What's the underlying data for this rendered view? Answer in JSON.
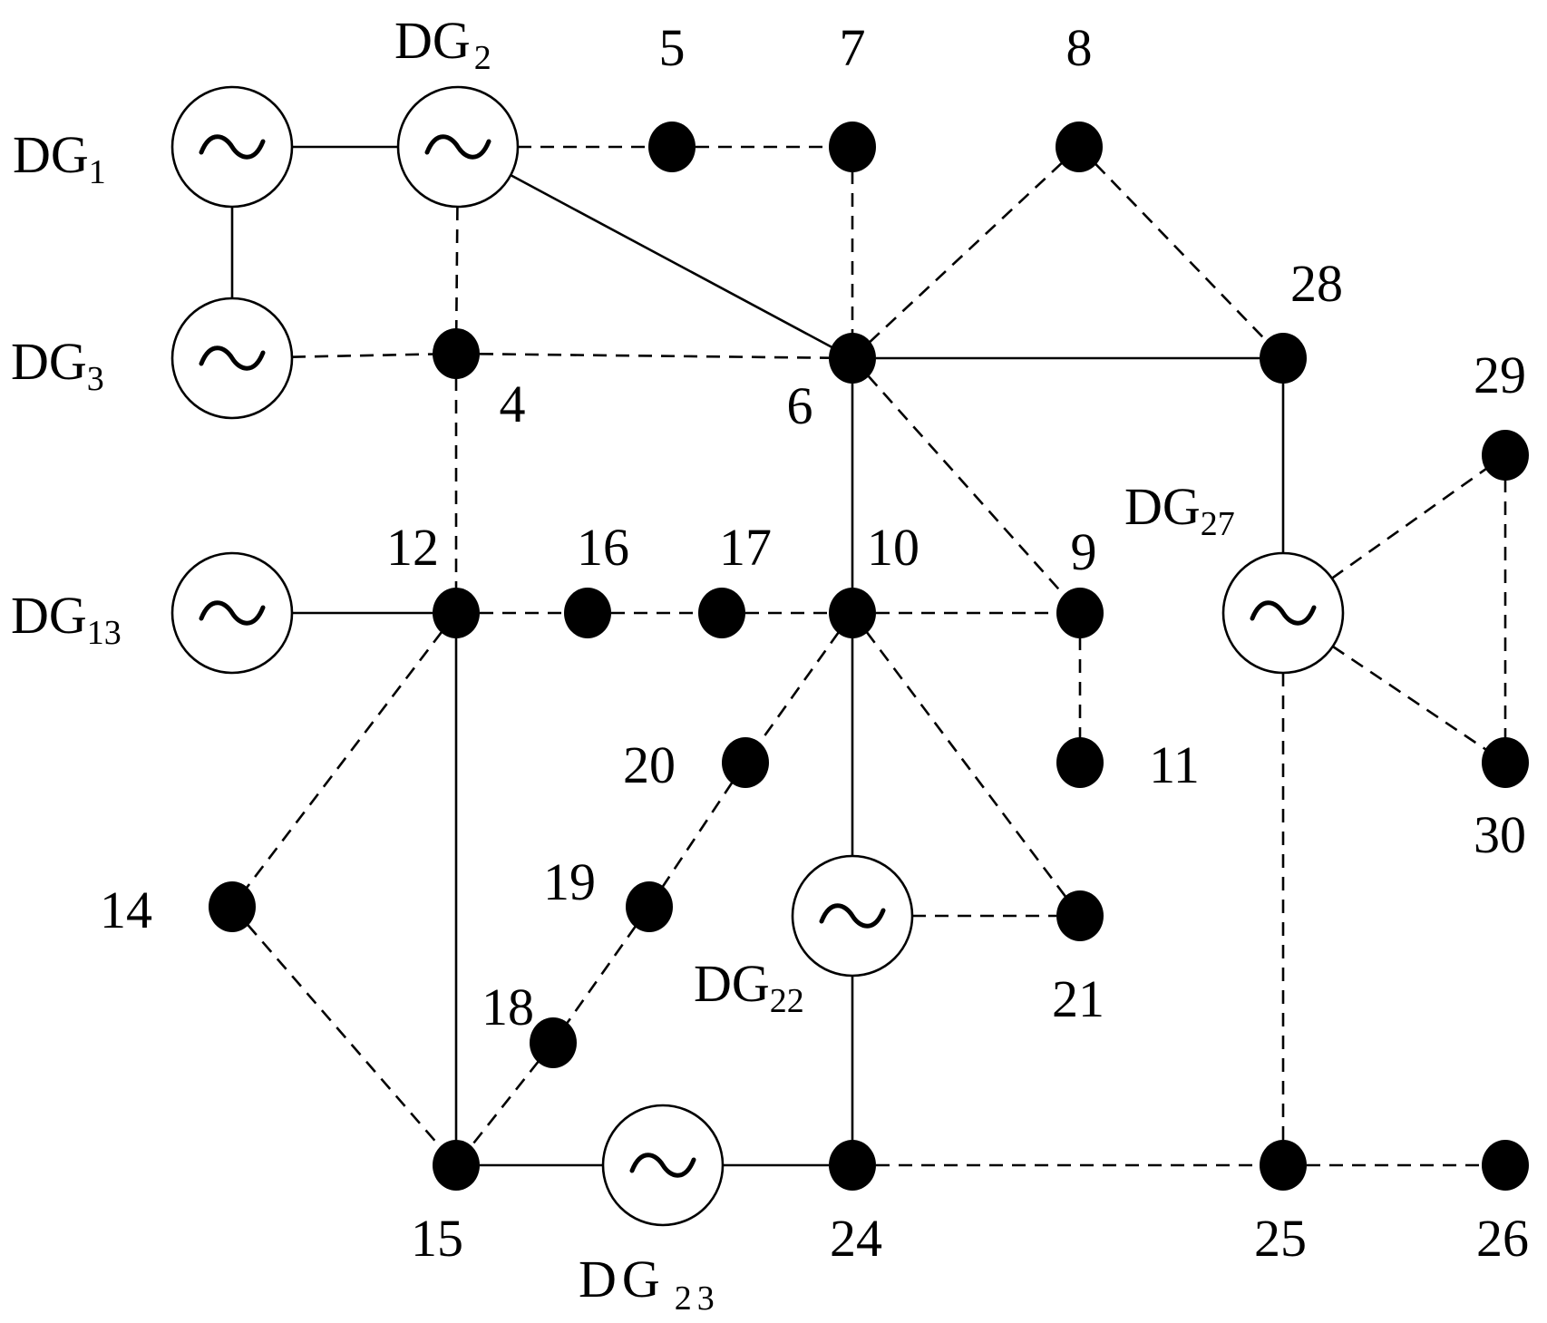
{
  "diagram": {
    "buses": [
      {
        "id": "4",
        "label": "4"
      },
      {
        "id": "5",
        "label": "5"
      },
      {
        "id": "6",
        "label": "6"
      },
      {
        "id": "7",
        "label": "7"
      },
      {
        "id": "8",
        "label": "8"
      },
      {
        "id": "9",
        "label": "9"
      },
      {
        "id": "10",
        "label": "10"
      },
      {
        "id": "11",
        "label": "11"
      },
      {
        "id": "12",
        "label": "12"
      },
      {
        "id": "14",
        "label": "14"
      },
      {
        "id": "15",
        "label": "15"
      },
      {
        "id": "16",
        "label": "16"
      },
      {
        "id": "17",
        "label": "17"
      },
      {
        "id": "18",
        "label": "18"
      },
      {
        "id": "19",
        "label": "19"
      },
      {
        "id": "20",
        "label": "20"
      },
      {
        "id": "21",
        "label": "21"
      },
      {
        "id": "24",
        "label": "24"
      },
      {
        "id": "25",
        "label": "25"
      },
      {
        "id": "26",
        "label": "26"
      },
      {
        "id": "28",
        "label": "28"
      },
      {
        "id": "29",
        "label": "29"
      },
      {
        "id": "30",
        "label": "30"
      }
    ],
    "generators": [
      {
        "id": "DG1",
        "label": "DG",
        "sub": "1"
      },
      {
        "id": "DG2",
        "label": "DG",
        "sub": "2"
      },
      {
        "id": "DG3",
        "label": "DG",
        "sub": "3"
      },
      {
        "id": "DG13",
        "label": "DG",
        "sub": "13"
      },
      {
        "id": "DG22",
        "label": "DG",
        "sub": "22"
      },
      {
        "id": "DG23",
        "label": "DG",
        "sub": "23"
      },
      {
        "id": "DG27",
        "label": "DG",
        "sub": "27"
      }
    ],
    "generator_symbol": "~",
    "edges": [
      {
        "from": "DG1",
        "to": "DG2",
        "style": "solid"
      },
      {
        "from": "DG1",
        "to": "DG3",
        "style": "solid"
      },
      {
        "from": "DG2",
        "to": "5",
        "style": "dashed"
      },
      {
        "from": "5",
        "to": "7",
        "style": "dashed"
      },
      {
        "from": "DG2",
        "to": "4",
        "style": "dashed"
      },
      {
        "from": "DG2",
        "to": "6",
        "style": "solid"
      },
      {
        "from": "7",
        "to": "6",
        "style": "dashed"
      },
      {
        "from": "8",
        "to": "6",
        "style": "dashed"
      },
      {
        "from": "8",
        "to": "28",
        "style": "dashed"
      },
      {
        "from": "DG3",
        "to": "4",
        "style": "dashed"
      },
      {
        "from": "4",
        "to": "6",
        "style": "dashed"
      },
      {
        "from": "6",
        "to": "28",
        "style": "solid"
      },
      {
        "from": "6",
        "to": "10",
        "style": "solid"
      },
      {
        "from": "6",
        "to": "9",
        "style": "dashed"
      },
      {
        "from": "4",
        "to": "12",
        "style": "dashed"
      },
      {
        "from": "28",
        "to": "DG27",
        "style": "solid"
      },
      {
        "from": "DG27",
        "to": "29",
        "style": "dashed"
      },
      {
        "from": "DG27",
        "to": "30",
        "style": "dashed"
      },
      {
        "from": "29",
        "to": "30",
        "style": "dashed"
      },
      {
        "from": "DG27",
        "to": "25",
        "style": "dashed"
      },
      {
        "from": "DG13",
        "to": "12",
        "style": "solid"
      },
      {
        "from": "12",
        "to": "16",
        "style": "dashed"
      },
      {
        "from": "16",
        "to": "17",
        "style": "dashed"
      },
      {
        "from": "17",
        "to": "10",
        "style": "dashed"
      },
      {
        "from": "10",
        "to": "9",
        "style": "dashed"
      },
      {
        "from": "9",
        "to": "11",
        "style": "dashed"
      },
      {
        "from": "10",
        "to": "20",
        "style": "dashed"
      },
      {
        "from": "10",
        "to": "DG22",
        "style": "solid"
      },
      {
        "from": "10",
        "to": "21",
        "style": "dashed"
      },
      {
        "from": "12",
        "to": "14",
        "style": "dashed"
      },
      {
        "from": "12",
        "to": "15",
        "style": "solid"
      },
      {
        "from": "14",
        "to": "15",
        "style": "dashed"
      },
      {
        "from": "20",
        "to": "19",
        "style": "dashed"
      },
      {
        "from": "19",
        "to": "18",
        "style": "dashed"
      },
      {
        "from": "18",
        "to": "15",
        "style": "dashed"
      },
      {
        "from": "DG22",
        "to": "21",
        "style": "dashed"
      },
      {
        "from": "DG22",
        "to": "24",
        "style": "solid"
      },
      {
        "from": "15",
        "to": "DG23",
        "style": "solid"
      },
      {
        "from": "DG23",
        "to": "24",
        "style": "solid"
      },
      {
        "from": "24",
        "to": "25",
        "style": "dashed"
      },
      {
        "from": "25",
        "to": "26",
        "style": "dashed"
      }
    ]
  }
}
